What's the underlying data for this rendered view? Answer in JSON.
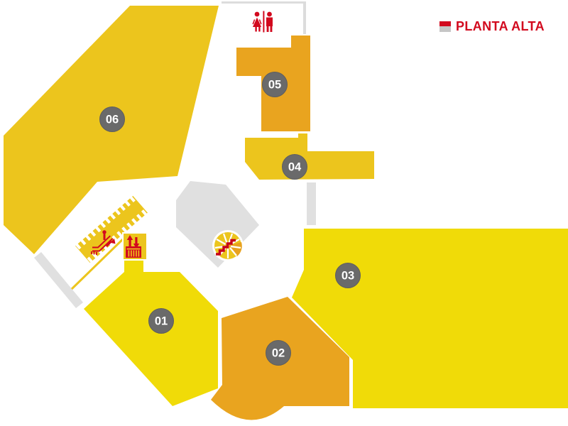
{
  "title": {
    "label": "PLANTA ALTA"
  },
  "zones": [
    {
      "id": "01"
    },
    {
      "id": "02"
    },
    {
      "id": "03"
    },
    {
      "id": "04"
    },
    {
      "id": "05"
    },
    {
      "id": "06"
    }
  ],
  "facilities": {
    "restrooms_icon": "restrooms-icon",
    "escalator_icon": "escalator-icon",
    "elevator_icon": "elevator-icon",
    "stairs_icon": "spiral-staircase-icon",
    "floor_icon": "floor-indicator-icon"
  },
  "colors": {
    "gold": "#ECC51D",
    "yellow": "#F0DB08",
    "orange": "#E9A41F",
    "red": "#D2091E",
    "gray_area": "#E0E0E0",
    "border_gray": "#DCDCDC",
    "label_circle": "#6A6A6A",
    "background": "#FFFFFF"
  }
}
